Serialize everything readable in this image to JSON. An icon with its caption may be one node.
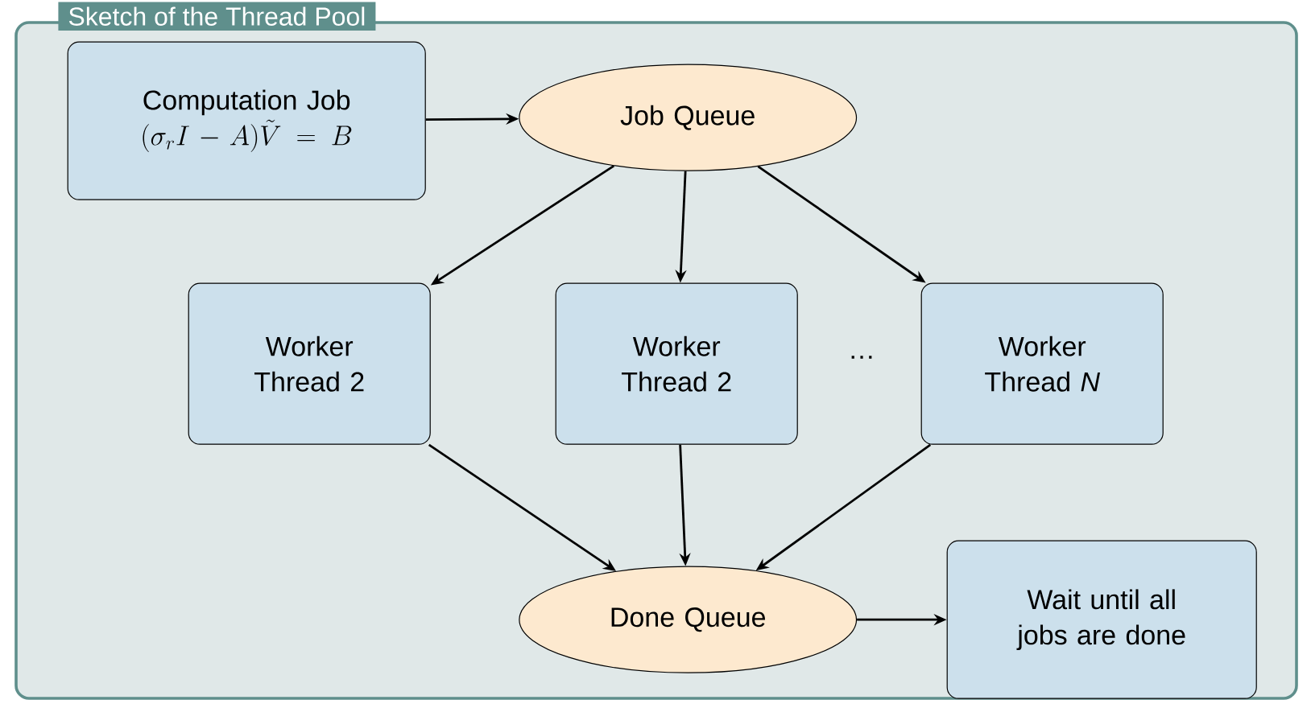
{
  "diagram": {
    "nodes": [
      {
        "text": [
          "Sketch of the Thread Pool"
        ]
      },
      {
        "text": [
          "Computation Job",
          "(\\sigma_r I - A)\\tilde{V} = B"
        ],
        "in": 0
      },
      {
        "text": [
          "Job Queue"
        ],
        "in": 0
      },
      {
        "text": [
          "Worker Thread 2"
        ],
        "in": 0
      },
      {
        "text": [
          "Worker Thread 2"
        ],
        "in": 0
      },
      {
        "text": [
          "Worker Thread *N*"
        ],
        "in": 0
      },
      {
        "text": [
          "Done Queue"
        ],
        "in": 0
      },
      {
        "text": [
          "Wait until all jobs are done"
        ],
        "in": 0
      }
    ],
    "edges": [
      {
        "from": 1,
        "to": 2,
        "arrow": "to"
      },
      {
        "from": 2,
        "to": 3,
        "arrow": "to"
      },
      {
        "from": 2,
        "to": 4,
        "arrow": "to"
      },
      {
        "from": 2,
        "to": 5,
        "arrow": "to"
      },
      {
        "from": 3,
        "to": 6,
        "arrow": "to"
      },
      {
        "from": 4,
        "to": 6,
        "arrow": "to"
      },
      {
        "from": 5,
        "to": 6,
        "arrow": "to"
      },
      {
        "from": 6,
        "to": 7,
        "arrow": "to"
      }
    ],
    "labels": [
      "…"
    ]
  }
}
